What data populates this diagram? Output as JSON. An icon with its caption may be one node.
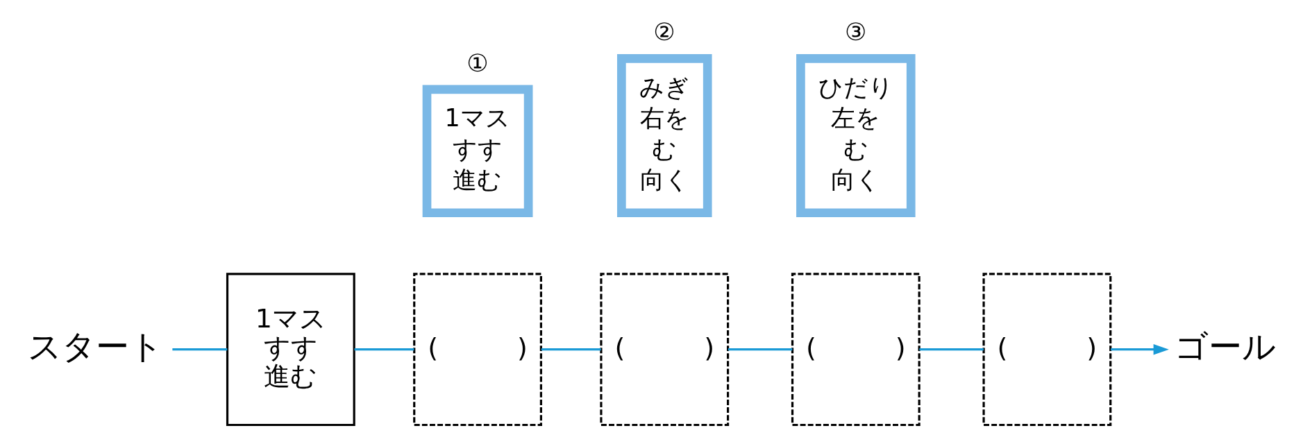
{
  "diagram": {
    "nodes": [
      {
        "text": [
          "スタート"
        ]
      },
      {
        "text": [
          "1マス",
          "すす",
          "進む"
        ]
      },
      {
        "text": [
          "(　　　)"
        ]
      },
      {
        "text": [
          "(　　　)"
        ]
      },
      {
        "text": [
          "(　　　)"
        ]
      },
      {
        "text": [
          "(　　　)"
        ]
      },
      {
        "text": [
          "ゴール"
        ]
      },
      {
        "text": [
          "1マス",
          "すす",
          "進む"
        ],
        "beside": [
          "①"
        ]
      },
      {
        "text": [
          "みぎ",
          "右を",
          "む",
          "向く"
        ],
        "beside": [
          "②"
        ]
      },
      {
        "text": [
          "ひだり",
          "左を",
          "む",
          "向く"
        ],
        "beside": [
          "③"
        ]
      }
    ],
    "edges": [
      {
        "from": 0,
        "to": 1,
        "arrow": "none"
      },
      {
        "from": 1,
        "to": 2,
        "arrow": "none"
      },
      {
        "from": 2,
        "to": 3,
        "arrow": "none"
      },
      {
        "from": 3,
        "to": 4,
        "arrow": "none"
      },
      {
        "from": 4,
        "to": 5,
        "arrow": "none"
      },
      {
        "from": 5,
        "to": 6,
        "arrow": "to"
      }
    ]
  }
}
